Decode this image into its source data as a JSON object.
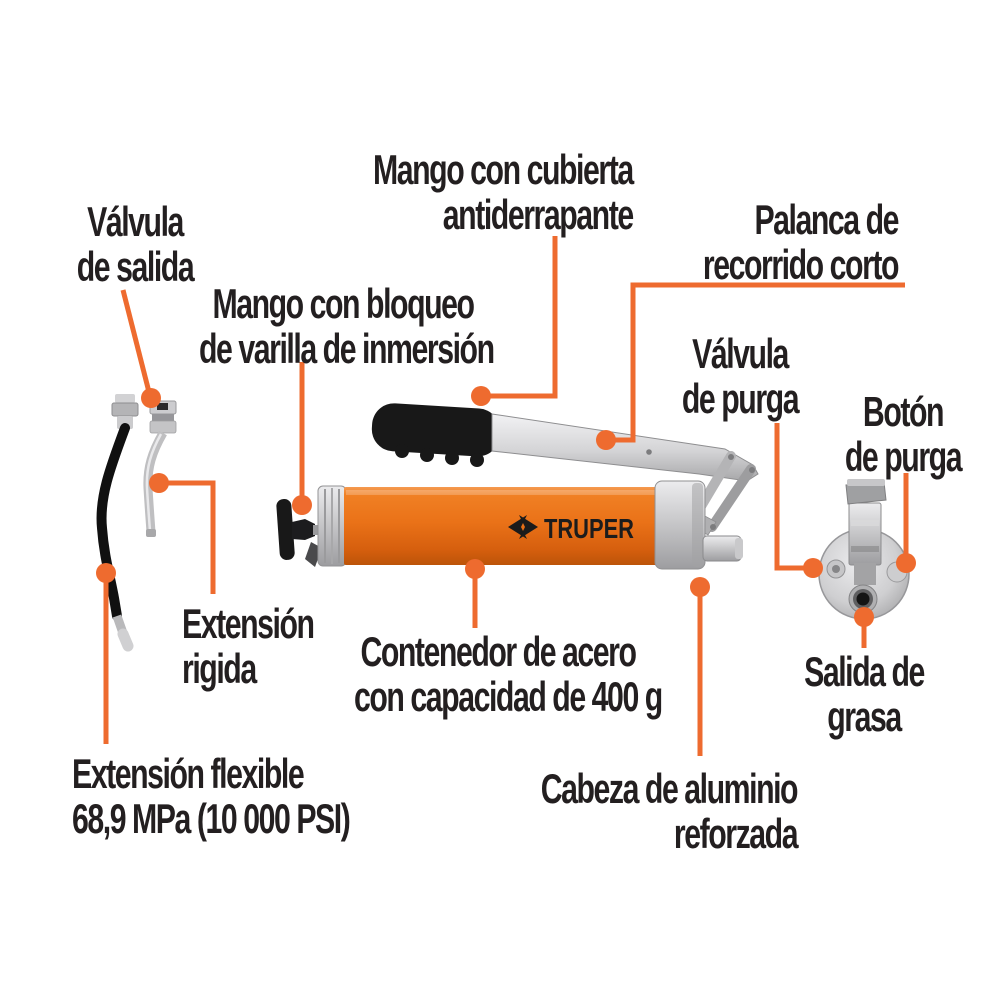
{
  "product": {
    "brand": "TRUPER"
  },
  "colors": {
    "accent_orange": "#EE6B2F",
    "text": "#231F20",
    "barrel_orange": "#EA7218",
    "metal_gray": "#C9C9CB",
    "handle_black": "#181818",
    "background": "#FFFFFF"
  },
  "labels": [
    {
      "id": "valvula-salida",
      "lines": [
        "Válvula",
        "de salida"
      ]
    },
    {
      "id": "mango-bloqueo",
      "lines": [
        "Mango con bloqueo",
        "de varilla de inmersión"
      ]
    },
    {
      "id": "mango-cubierta",
      "lines": [
        "Mango con cubierta",
        "antiderrapante"
      ]
    },
    {
      "id": "palanca",
      "lines": [
        "Palanca de",
        "recorrido corto"
      ]
    },
    {
      "id": "valvula-purga",
      "lines": [
        "Válvula",
        "de purga"
      ]
    },
    {
      "id": "boton-purga",
      "lines": [
        "Botón",
        "de purga"
      ]
    },
    {
      "id": "salida-grasa",
      "lines": [
        "Salida de",
        "grasa"
      ]
    },
    {
      "id": "extension-rigida",
      "lines": [
        "Extensión",
        "rigida"
      ]
    },
    {
      "id": "extension-flexible",
      "lines": [
        "Extensión flexible",
        "68,9 MPa (10 000 PSI)"
      ]
    },
    {
      "id": "contenedor",
      "lines": [
        "Contenedor de acero",
        "con capacidad de 400 g"
      ]
    },
    {
      "id": "cabeza",
      "lines": [
        "Cabeza de aluminio",
        "reforzada"
      ]
    }
  ]
}
